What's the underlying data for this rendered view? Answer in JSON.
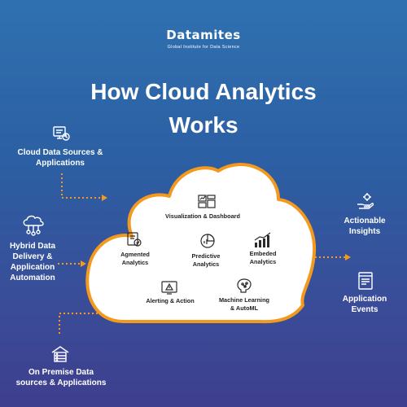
{
  "logo": {
    "name": "Datamites",
    "tagline": "Global Institute for Data Science"
  },
  "title": {
    "line1": "How Cloud Analytics",
    "line2": "Works"
  },
  "sources": {
    "cloud": {
      "line1": "Cloud Data Sources &",
      "line2": "Applications",
      "icon": "cloud-data-sources-icon"
    },
    "hybrid": {
      "line1": "Hybrid Data",
      "line2": "Delivery &",
      "line3": "Application",
      "line4": "Automation",
      "icon": "cloud-network-icon"
    },
    "onprem": {
      "line1": "On Premise Data",
      "line2": "sources & Applications",
      "icon": "database-server-icon"
    }
  },
  "cloud_items": {
    "visualization": {
      "line1": "Visualization & Dashboard",
      "icon": "dashboard-icon"
    },
    "agmented": {
      "line1": "Agmented",
      "line2": "Analytics",
      "icon": "augmented-analytics-icon"
    },
    "predictive": {
      "line1": "Predictive",
      "line2": "Analytics",
      "icon": "predictive-analytics-icon"
    },
    "embeded": {
      "line1": "Embeded",
      "line2": "Analytics",
      "icon": "bar-chart-icon"
    },
    "alerting": {
      "line1": "Alerting & Action",
      "icon": "alert-icon"
    },
    "ml": {
      "line1": "Machine Learning",
      "line2": "& AutoML",
      "icon": "machine-learning-icon"
    }
  },
  "outputs": {
    "insights": {
      "line1": "Actionable",
      "line2": "Insights",
      "icon": "hand-gear-icon"
    },
    "events": {
      "line1": "Application",
      "line2": "Events",
      "icon": "application-events-icon"
    }
  },
  "colors": {
    "accent": "#f39a1e",
    "cloud_fill": "#ffffff",
    "icon_dark": "#2b2b2b"
  }
}
